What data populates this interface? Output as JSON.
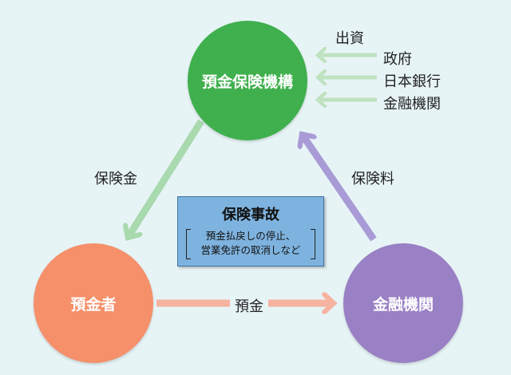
{
  "nodes": {
    "dic": {
      "label": "預金保険機構",
      "color": "#3fb04d"
    },
    "depositor": {
      "label": "預金者",
      "color": "#f5906b"
    },
    "institution": {
      "label": "金融機関",
      "color": "#9a80c4"
    }
  },
  "funding": {
    "title": "出資",
    "sources": [
      "政府",
      "日本銀行",
      "金融機関"
    ],
    "arrow_color": "#bfe2c0"
  },
  "flows": {
    "insurance_payout": {
      "label": "保険金",
      "color": "#a9d9ae"
    },
    "premium": {
      "label": "保険料",
      "color": "#a99bd6"
    },
    "deposit": {
      "label": "預金",
      "color": "#f6b3a0"
    }
  },
  "event": {
    "title": "保険事故",
    "description_lines": [
      "預金払戻しの停止、",
      "営業免許の取消しなど"
    ],
    "fill": "#7fb3df",
    "border": "#3d6f9e"
  }
}
